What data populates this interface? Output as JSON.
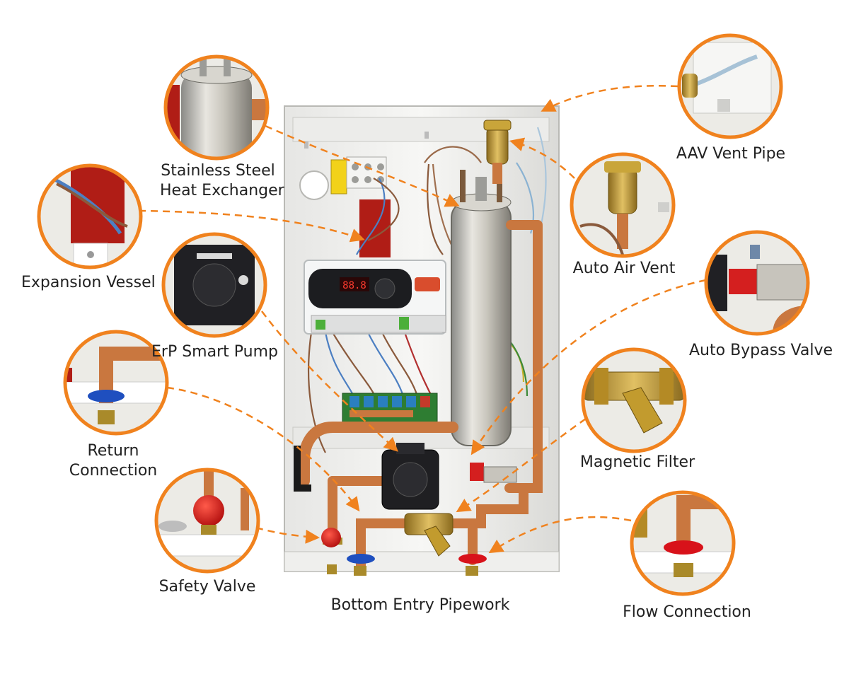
{
  "accent_color": "#f0821e",
  "copper_color": "#c9773f",
  "callouts": [
    {
      "id": "stainless-steel-heat-exchanger",
      "lines": [
        "Stainless Steel",
        "Heat Exchanger"
      ],
      "icon": "heat-exchanger-icon"
    },
    {
      "id": "expansion-vessel",
      "lines": [
        "Expansion Vessel"
      ],
      "icon": "expansion-vessel-icon"
    },
    {
      "id": "erp-smart-pump",
      "lines": [
        "ErP Smart Pump"
      ],
      "icon": "pump-icon"
    },
    {
      "id": "return-connection",
      "lines": [
        "Return",
        "Connection"
      ],
      "icon": "return-pipe-icon"
    },
    {
      "id": "safety-valve",
      "lines": [
        "Safety Valve"
      ],
      "icon": "safety-valve-icon"
    },
    {
      "id": "aav-vent-pipe",
      "lines": [
        "AAV Vent Pipe"
      ],
      "icon": "vent-pipe-icon"
    },
    {
      "id": "auto-air-vent",
      "lines": [
        "Auto Air Vent"
      ],
      "icon": "air-vent-icon"
    },
    {
      "id": "auto-bypass-valve",
      "lines": [
        "Auto Bypass Valve"
      ],
      "icon": "bypass-valve-icon"
    },
    {
      "id": "magnetic-filter",
      "lines": [
        "Magnetic Filter"
      ],
      "icon": "filter-icon"
    },
    {
      "id": "flow-connection",
      "lines": [
        "Flow Connection"
      ],
      "icon": "flow-pipe-icon"
    }
  ],
  "bottom_label": "Bottom Entry Pipework",
  "display_readout": "88.8"
}
